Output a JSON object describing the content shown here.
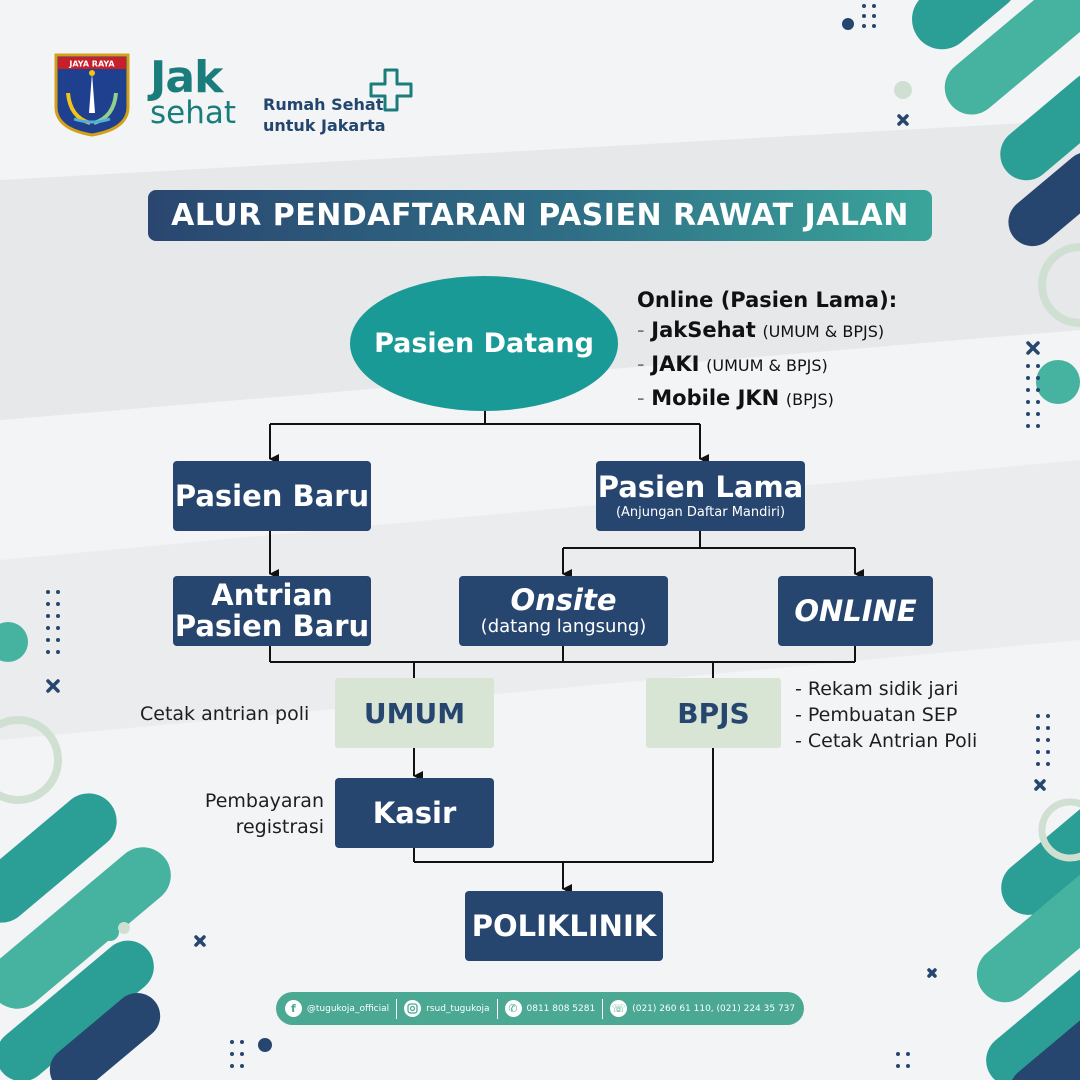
{
  "header": {
    "crest_banner": "JAYA RAYA",
    "logo_jak": "Jak",
    "logo_sehat": "sehat",
    "tagline_line1": "Rumah Sehat",
    "tagline_line2": "untuk Jakarta"
  },
  "title": "ALUR PENDAFTARAN PASIEN RAWAT JALAN",
  "flow": {
    "start": "Pasien Datang",
    "new_patient": "Pasien Baru",
    "old_patient": "Pasien Lama",
    "old_patient_sub": "(Anjungan Daftar Mandiri)",
    "new_queue_line1": "Antrian",
    "new_queue_line2": "Pasien Baru",
    "onsite": "Onsite",
    "onsite_sub": "(datang langsung)",
    "online": "ONLINE",
    "umum": "UMUM",
    "bpjs": "BPJS",
    "kasir": "Kasir",
    "poliklinik": "POLIKLINIK"
  },
  "online_info": {
    "header": "Online (Pasien Lama):",
    "items": [
      {
        "app": "JakSehat",
        "tag": "(UMUM & BPJS)"
      },
      {
        "app": "JAKI",
        "tag": "(UMUM & BPJS)"
      },
      {
        "app": "Mobile JKN",
        "tag": "(BPJS)"
      }
    ]
  },
  "notes": {
    "umum_note": "Cetak antrian poli",
    "kasir_note_line1": "Pembayaran",
    "kasir_note_line2": "registrasi",
    "bpjs_steps": [
      "- Rekam sidik jari",
      "- Pembuatan SEP",
      "- Cetak Antrian Poli"
    ]
  },
  "footer": {
    "facebook": "@tugukoja_official",
    "instagram": "rsud_tugukoja",
    "whatsapp": "0811 808 5281",
    "phone": "(021) 260 61 110, (021) 224 35 737"
  },
  "colors": {
    "navy": "#26466f",
    "teal": "#1a9a96",
    "pale_green": "#d8e4d4",
    "footer_green": "#4aa893"
  }
}
